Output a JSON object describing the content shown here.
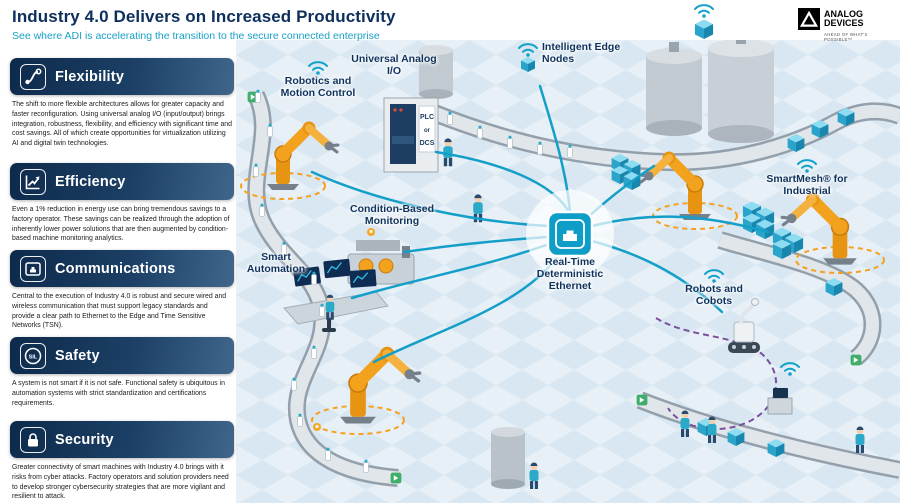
{
  "colors": {
    "navy": "#0d2f5c",
    "teal": "#149fc8",
    "orange": "#f2a21c",
    "purple": "#7a4f9e",
    "panel_blue": "#1c4066"
  },
  "header": {
    "title": "Industry 4.0 Delivers on Increased Productivity",
    "subtitle": "See where ADI is accelerating the transition to the secure connected enterprise",
    "logo": {
      "name_line1": "ANALOG",
      "name_line2": "DEVICES",
      "tagline": "AHEAD OF WHAT'S POSSIBLE™"
    }
  },
  "sidebar": {
    "items": [
      {
        "title": "Flexibility",
        "icon": "flexibility-icon",
        "description": "The shift to more flexible architectures allows for greater capacity and faster reconfiguration. Using universal analog I/O (input/output) brings integration, robustness, flexibility, and efficiency with significant time and cost savings. All of which create opportunities for virtualization utilizing AI and digital twin technologies."
      },
      {
        "title": "Efficiency",
        "icon": "efficiency-icon",
        "description": "Even a 1% reduction in energy use can bring tremendous savings to a factory operator. These savings can be realized through the adoption of inherently lower power solutions that are then augmented by condition-based machine monitoring analytics."
      },
      {
        "title": "Communications",
        "icon": "communications-icon",
        "description": "Central to the execution of Industry 4.0 is robust and secure wired and wireless communication that must support legacy standards and provide a clear path to Ethernet to the Edge and Time Sensitive Networks (TSN)."
      },
      {
        "title": "Safety",
        "icon": "safety-icon",
        "icon_text": "SIL",
        "description": "A system is not smart if it is not safe. Functional safety is ubiquitous in automation systems with strict standardization and certifications requirements."
      },
      {
        "title": "Security",
        "icon": "security-icon",
        "description": "Greater connectivity of smart machines with Industry 4.0 brings with it risks from cyber attacks. Factory operators and solution providers need to develop stronger cybersecurity strategies that are more vigilant and resilient to attack."
      }
    ]
  },
  "diagram": {
    "labels": {
      "robotics": "Robotics and Motion Control",
      "universal_io": "Universal Analog I/O",
      "edge_nodes": "Intelligent Edge Nodes",
      "condition": "Condition-Based Monitoring",
      "smart_automation": "Smart Automation",
      "ethernet": "Real-Time Deterministic Ethernet",
      "smartmesh": "SmartMesh® for Industrial",
      "robots_cobots": "Robots and Cobots"
    },
    "plc": {
      "line1": "PLC",
      "line2": "or",
      "line3": "DCS"
    }
  }
}
